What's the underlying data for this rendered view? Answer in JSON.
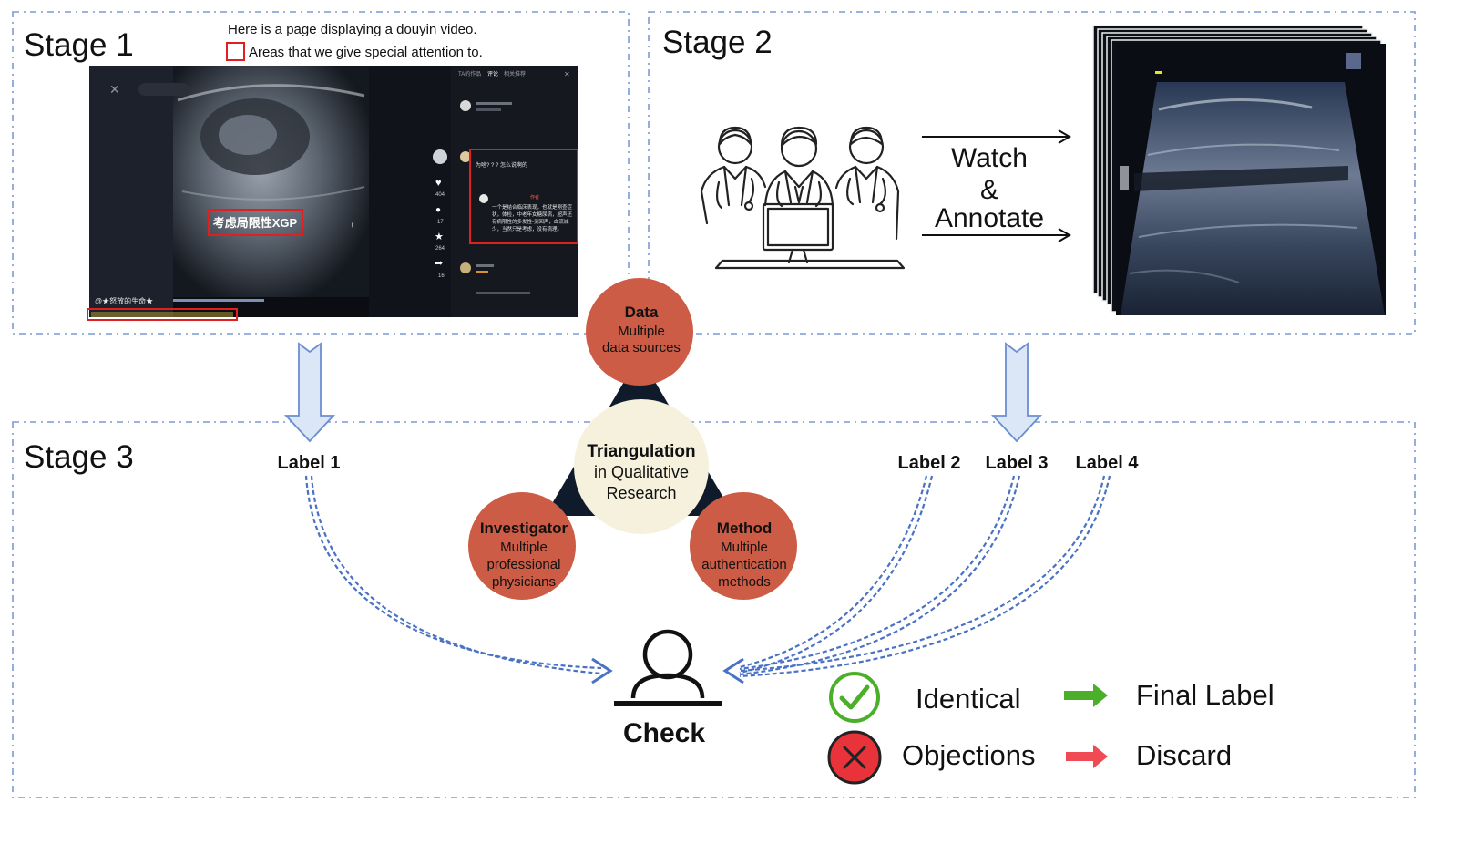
{
  "stage1": {
    "title": "Stage 1",
    "note_line1": "Here is a page displaying a douyin video.",
    "note_line2": "Areas that we give special attention to.",
    "video_label": "考虑局限性XGP",
    "author_tag": "@★怒放的生命★",
    "side_counts": [
      "404",
      "17",
      "264",
      "16"
    ],
    "tabs": [
      "TA的作品",
      "评论",
      "相关推荐"
    ],
    "comment_question": "为啥? ? ? 怎么说啊的",
    "comment_reply_line1": "一个是结合临床表现，也就是刚查症",
    "comment_reply_line2": "状，体检，中老年女糖尿病，超声还",
    "comment_reply_line3": "有病限性的多发性-见回声，血流减",
    "comment_reply_line4": "少，当然只是考虑，没有病理。",
    "author_badge": "作者"
  },
  "stage2": {
    "title": "Stage 2",
    "action_line1": "Watch",
    "action_line2": "&",
    "action_line3": "Annotate"
  },
  "triangulation": {
    "center_line1": "Triangulation",
    "center_line2": "in Qualitative",
    "center_line3": "Research",
    "data_title": "Data",
    "data_line1": "Multiple",
    "data_line2": "data sources",
    "investigator_title": "Investigator",
    "investigator_line1": "Multiple",
    "investigator_line2": "professional",
    "investigator_line3": "physicians",
    "method_title": "Method",
    "method_line1": "Multiple",
    "method_line2": "authentication",
    "method_line3": "methods"
  },
  "stage3": {
    "title": "Stage 3",
    "labels": [
      "Label 1",
      "Label 2",
      "Label 3",
      "Label 4"
    ],
    "check_label": "Check",
    "legend": {
      "identical": "Identical",
      "final_label": "Final Label",
      "objections": "Objections",
      "discard": "Discard"
    }
  },
  "colors": {
    "dashed_border": "#7a9ad6",
    "arrow_blue": "#4a72c4",
    "node_red": "#cc5c45",
    "center_cream": "#f5f1dd",
    "green": "#4caf2a",
    "red": "#e8333a"
  }
}
